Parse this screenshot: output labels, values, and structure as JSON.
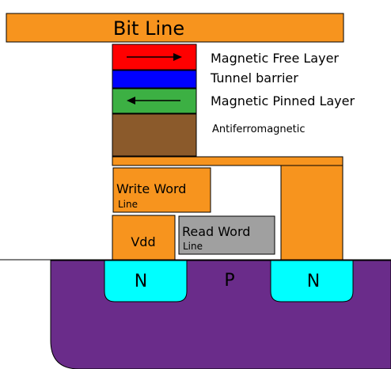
{
  "diagram": {
    "bit_line": "Bit Line",
    "layers": {
      "free": "Magnetic Free Layer",
      "tunnel": "Tunnel barrier",
      "pinned": "Magnetic Pinned Layer",
      "afm": "Antiferromagnetic"
    },
    "write_word_line": {
      "line1": "Write Word",
      "line2": "Line"
    },
    "read_word_line": {
      "line1": "Read Word",
      "line2": "Line"
    },
    "vdd": "Vdd",
    "substrate": "P",
    "n_left": "N",
    "n_right": "N",
    "colors": {
      "orange": "#f7941e",
      "free_layer": "#ff0000",
      "tunnel_barrier": "#0000ff",
      "pinned_layer": "#3cb043",
      "antiferromagnetic": "#8b5a2b",
      "read_word_line": "#a0a0a0",
      "substrate": "#6a2c8a",
      "n_region": "#00ffff"
    }
  }
}
